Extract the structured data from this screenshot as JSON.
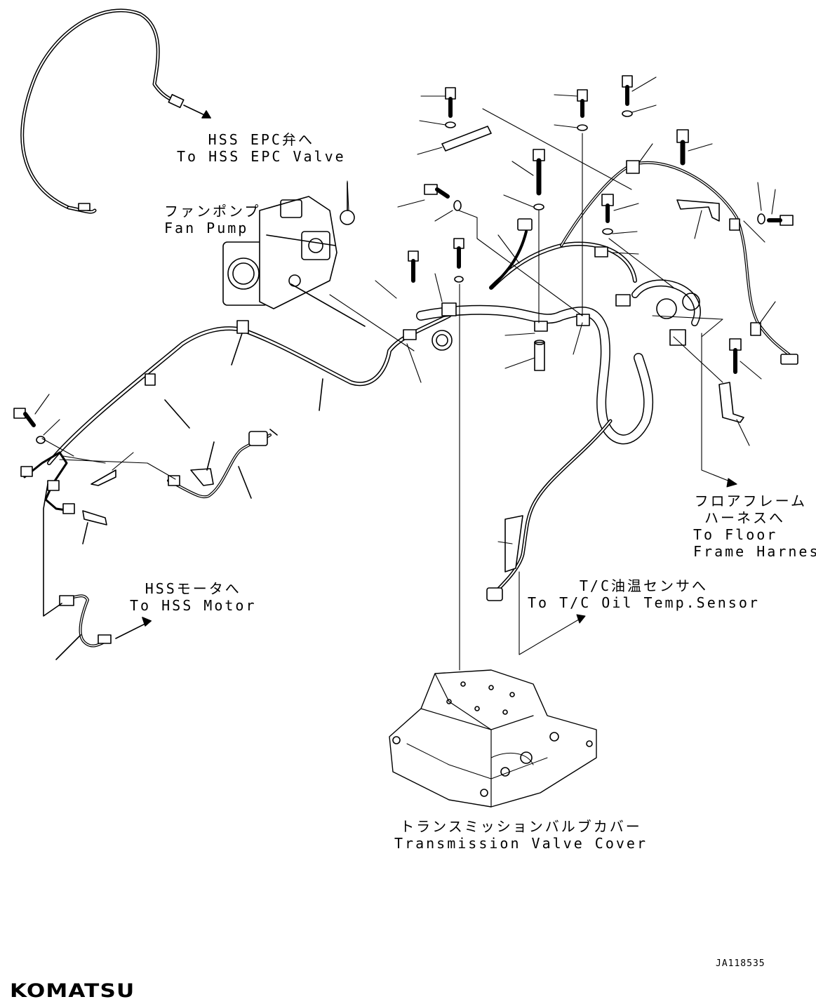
{
  "labels": {
    "hss_epc": {
      "ja": "HSS EPC弁へ",
      "en": "To HSS EPC Valve"
    },
    "fan_pump": {
      "ja": "ファンポンプ",
      "en": "Fan Pump"
    },
    "floor_frame": {
      "ja1": "フロアフレーム",
      "ja2": "ハーネスへ",
      "en1": "To Floor",
      "en2": "Frame Harness"
    },
    "hss_motor": {
      "ja": "HSSモータへ",
      "en": "To HSS Motor"
    },
    "tc_sensor": {
      "ja": "T/C油温センサへ",
      "en": "To T/C Oil Temp.Sensor"
    },
    "trans_valve": {
      "ja": "トランスミッションバルブカバー",
      "en": "Transmission Valve Cover"
    }
  },
  "drawing_code": "JA118535",
  "brand": "KOMATSU"
}
